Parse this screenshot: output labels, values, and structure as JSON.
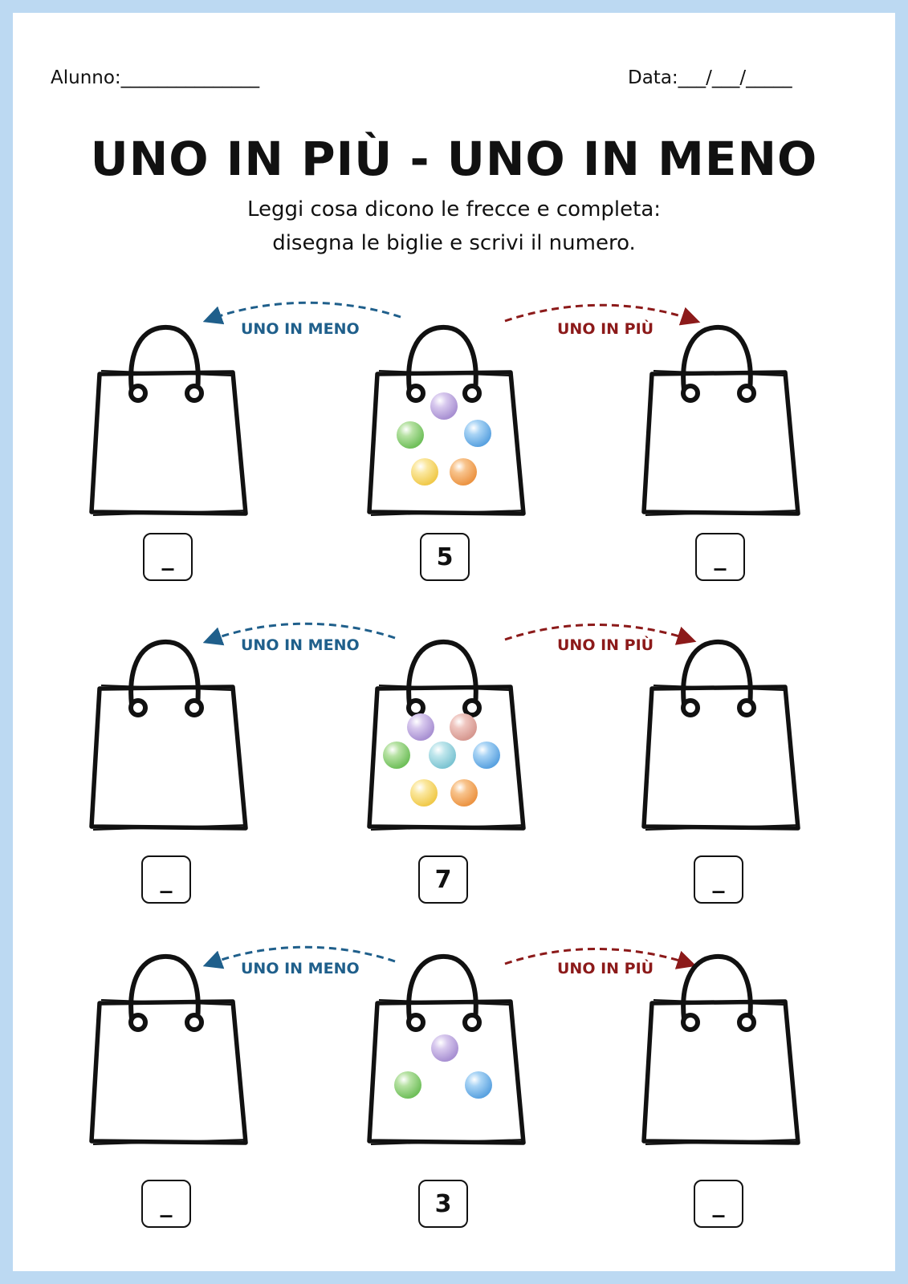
{
  "header": {
    "student_label": "Alunno:_______________",
    "date_label": "Data:___/___/_____"
  },
  "title": "UNO IN PIÙ - UNO IN MENO",
  "instructions": {
    "line1": "Leggi cosa dicono le frecce e completa:",
    "line2": "disegna le biglie e scrivi il numero."
  },
  "colors": {
    "page_border": "#bcd9f2",
    "less_arrow": "#1f5f8b",
    "more_arrow": "#8c1a1a"
  },
  "rows": [
    {
      "less_label": "UNO IN MENO",
      "more_label": "UNO IN PIÙ",
      "left_answer": "_",
      "center_number": "5",
      "right_answer": "_",
      "marble_count": 5
    },
    {
      "less_label": "UNO IN MENO",
      "more_label": "UNO IN PIÙ",
      "left_answer": "_",
      "center_number": "7",
      "right_answer": "_",
      "marble_count": 7
    },
    {
      "less_label": "UNO IN MENO",
      "more_label": "UNO IN PIÙ",
      "left_answer": "_",
      "center_number": "3",
      "right_answer": "_",
      "marble_count": 3
    }
  ]
}
